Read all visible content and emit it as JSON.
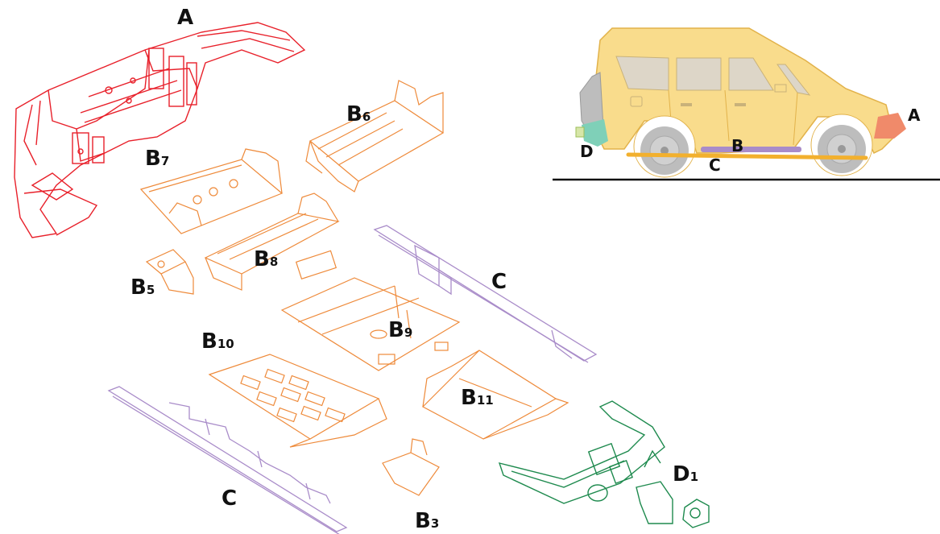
{
  "colors": {
    "bumper_a": "#e8202a",
    "plates_b": "#ee8a3a",
    "sills_c": "#a98cc9",
    "towbar_d": "#1e8a4e",
    "car_body": "#f9dc8c",
    "car_outline": "#e2b24a",
    "ground": "#111111"
  },
  "labels": {
    "a_main": "A",
    "b6_main": "B",
    "b6_sub": "6",
    "b7_main": "B",
    "b7_sub": "7",
    "b8_main": "B",
    "b8_sub": "8",
    "b5_main": "B",
    "b5_sub": "5",
    "b9_main": "B",
    "b9_sub": "9",
    "b10_main": "B",
    "b10_sub": "10",
    "b11_main": "B",
    "b11_sub": "11",
    "b3_main": "B",
    "b3_sub": "3",
    "c_right": "C",
    "c_left": "C",
    "d1_main": "D",
    "d1_sub": "1"
  },
  "car": {
    "label_a": "A",
    "label_b": "B",
    "label_c": "C",
    "label_d": "D"
  }
}
